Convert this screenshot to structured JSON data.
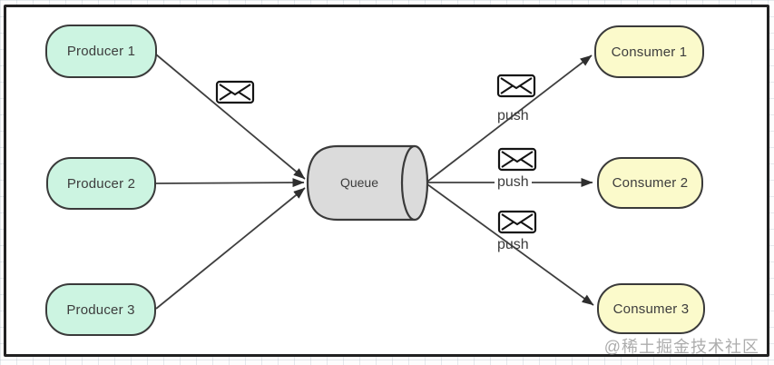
{
  "diagram": {
    "type": "message-queue-flow",
    "producers": [
      {
        "label": "Producer 1"
      },
      {
        "label": "Producer 2"
      },
      {
        "label": "Producer 3"
      }
    ],
    "queue": {
      "label": "Queue"
    },
    "consumers": [
      {
        "label": "Consumer 1"
      },
      {
        "label": "Consumer 2"
      },
      {
        "label": "Consumer 3"
      }
    ],
    "edges": {
      "push_labels": [
        "push",
        "push",
        "push"
      ]
    },
    "icons": {
      "message": "envelope-icon"
    },
    "watermark": "@稀土掘金技术社区",
    "colors": {
      "producer_fill": "#ccf4e1",
      "consumer_fill": "#fbfacb",
      "queue_fill": "#dbdbdb",
      "node_border": "#3a3a3a",
      "connector": "#3f3f3f",
      "frame_border": "#212121",
      "watermark": "#9e9e9e"
    }
  }
}
